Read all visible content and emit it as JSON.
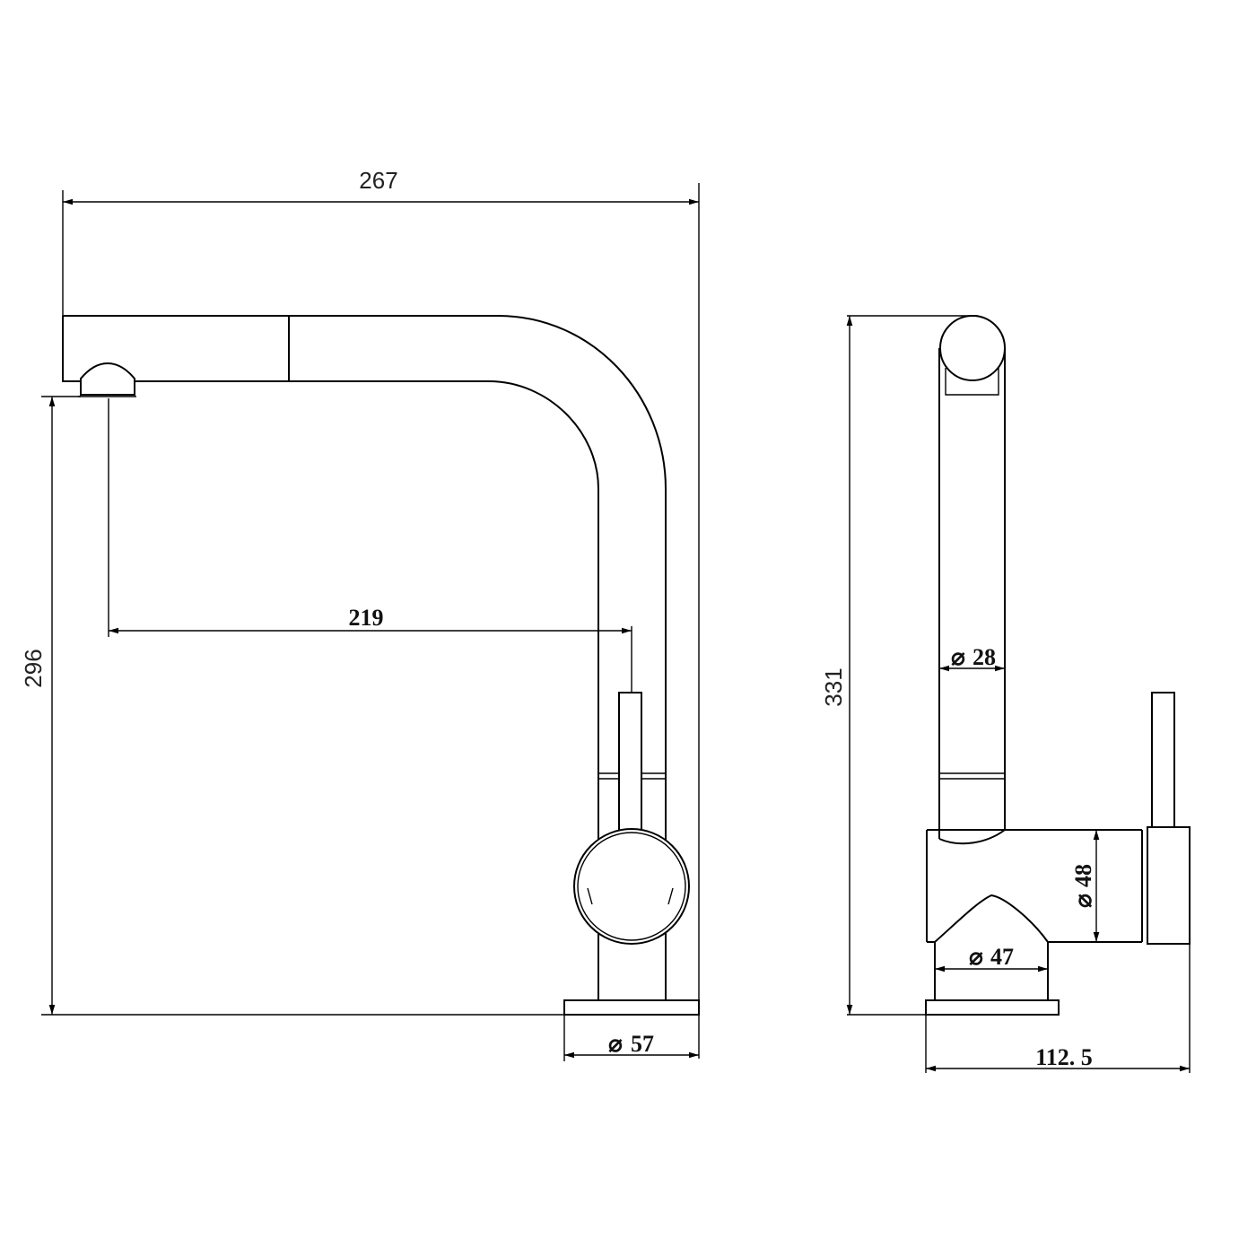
{
  "front_view": {
    "width": "267",
    "height": "296",
    "reach": "219",
    "base_diameter": "57"
  },
  "side_view": {
    "height": "331",
    "spout_diameter": "28",
    "body_diameter": "48",
    "neck_diameter": "47",
    "depth": "112. 5"
  },
  "diameter_symbol": "⌀"
}
